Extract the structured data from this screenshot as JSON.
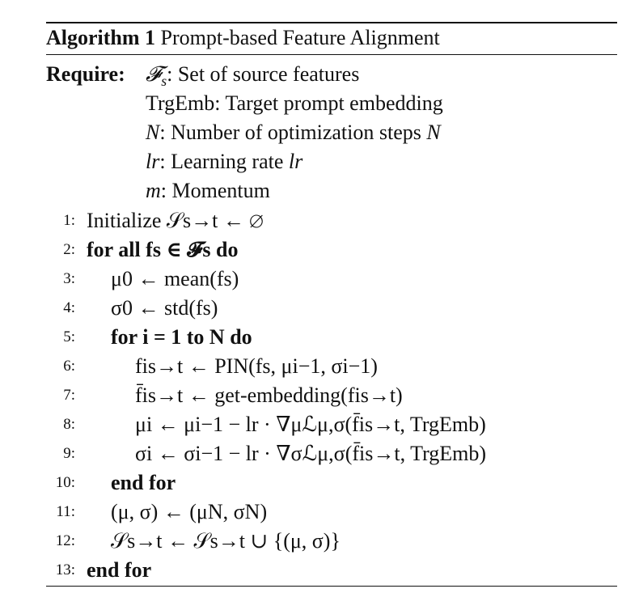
{
  "algorithm": {
    "label": "Algorithm 1",
    "title": "Prompt-based Feature Alignment"
  },
  "require": {
    "label": "Require:",
    "items": [
      {
        "sym": "𝓕",
        "sub": "s",
        "text": ": Set of source features"
      },
      {
        "sym": "TrgEmb",
        "sub": "",
        "text": ": Target prompt embedding"
      },
      {
        "sym": "N",
        "sub": "",
        "text": ": Number of optimization steps ",
        "tail": "N"
      },
      {
        "sym": "lr",
        "sub": "",
        "text": ": Learning rate ",
        "tail": "lr"
      },
      {
        "sym": "m",
        "sub": "",
        "text": ": Momentum"
      }
    ]
  },
  "lines": [
    {
      "num": "1:",
      "text": "Initialize 𝒮s→t ← ∅"
    },
    {
      "num": "2:",
      "text": "for all fs ∈ 𝓕s do"
    },
    {
      "num": "3:",
      "text": "μ0 ← mean(fs)"
    },
    {
      "num": "4:",
      "text": "σ0 ← std(fs)"
    },
    {
      "num": "5:",
      "text": "for i = 1 to N do"
    },
    {
      "num": "6:",
      "text": "fis→t ← PIN(fs, μi−1, σi−1)"
    },
    {
      "num": "7:",
      "text": "f̄is→t ← get-embedding(fis→t)"
    },
    {
      "num": "8:",
      "text": "μi ← μi−1 − lr · ∇μℒμ,σ(f̄is→t, TrgEmb)"
    },
    {
      "num": "9:",
      "text": "σi ← σi−1 − lr · ∇σℒμ,σ(f̄is→t, TrgEmb)"
    },
    {
      "num": "10:",
      "text": "end for"
    },
    {
      "num": "11:",
      "text": "(μ, σ) ← (μN, σN)"
    },
    {
      "num": "12:",
      "text": "𝒮s→t ← 𝒮s→t ∪ {(μ, σ)}"
    },
    {
      "num": "13:",
      "text": "end for"
    }
  ]
}
